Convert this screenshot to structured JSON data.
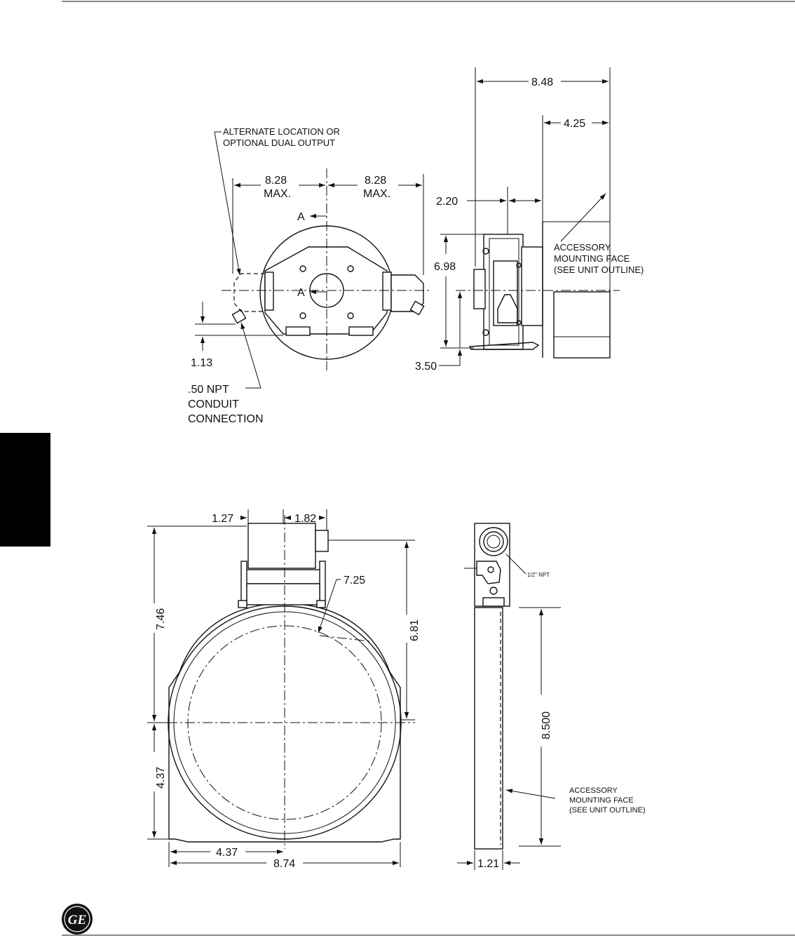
{
  "top_view": {
    "callout_alternate": [
      "ALTERNATE LOCATION OR",
      "OPTIONAL DUAL OUTPUT"
    ],
    "dim_left": [
      "8.28",
      "MAX."
    ],
    "dim_right": [
      "8.28",
      "MAX."
    ],
    "section_marker_top": "A",
    "section_marker_center": "A",
    "dim_113": "1.13",
    "callout_npt": [
      ".50 NPT",
      "CONDUIT",
      "CONNECTION"
    ]
  },
  "side_view_top": {
    "dim_848": "8.48",
    "dim_425": "4.25",
    "dim_220": "2.20",
    "dim_698": "6.98",
    "dim_350": "3.50",
    "callout_mounting": [
      "ACCESSORY",
      "MOUNTING FACE",
      "(SEE UNIT OUTLINE)"
    ]
  },
  "front_view_bottom": {
    "dim_127": "1.27",
    "dim_182": "1.82",
    "dim_725": "7.25",
    "dim_746": "7.46",
    "dim_681": "6.81",
    "dim_437_vert": "4.37",
    "dim_437_horiz": "4.37",
    "dim_874": "8.74"
  },
  "side_view_bottom": {
    "npt_label": "1/2\" NPT",
    "dim_8500": "8.500",
    "dim_121": "1.21",
    "callout_mounting": [
      "ACCESSORY",
      "MOUNTING FACE",
      "(SEE UNIT OUTLINE)"
    ]
  },
  "logo": {
    "text": "GE"
  }
}
